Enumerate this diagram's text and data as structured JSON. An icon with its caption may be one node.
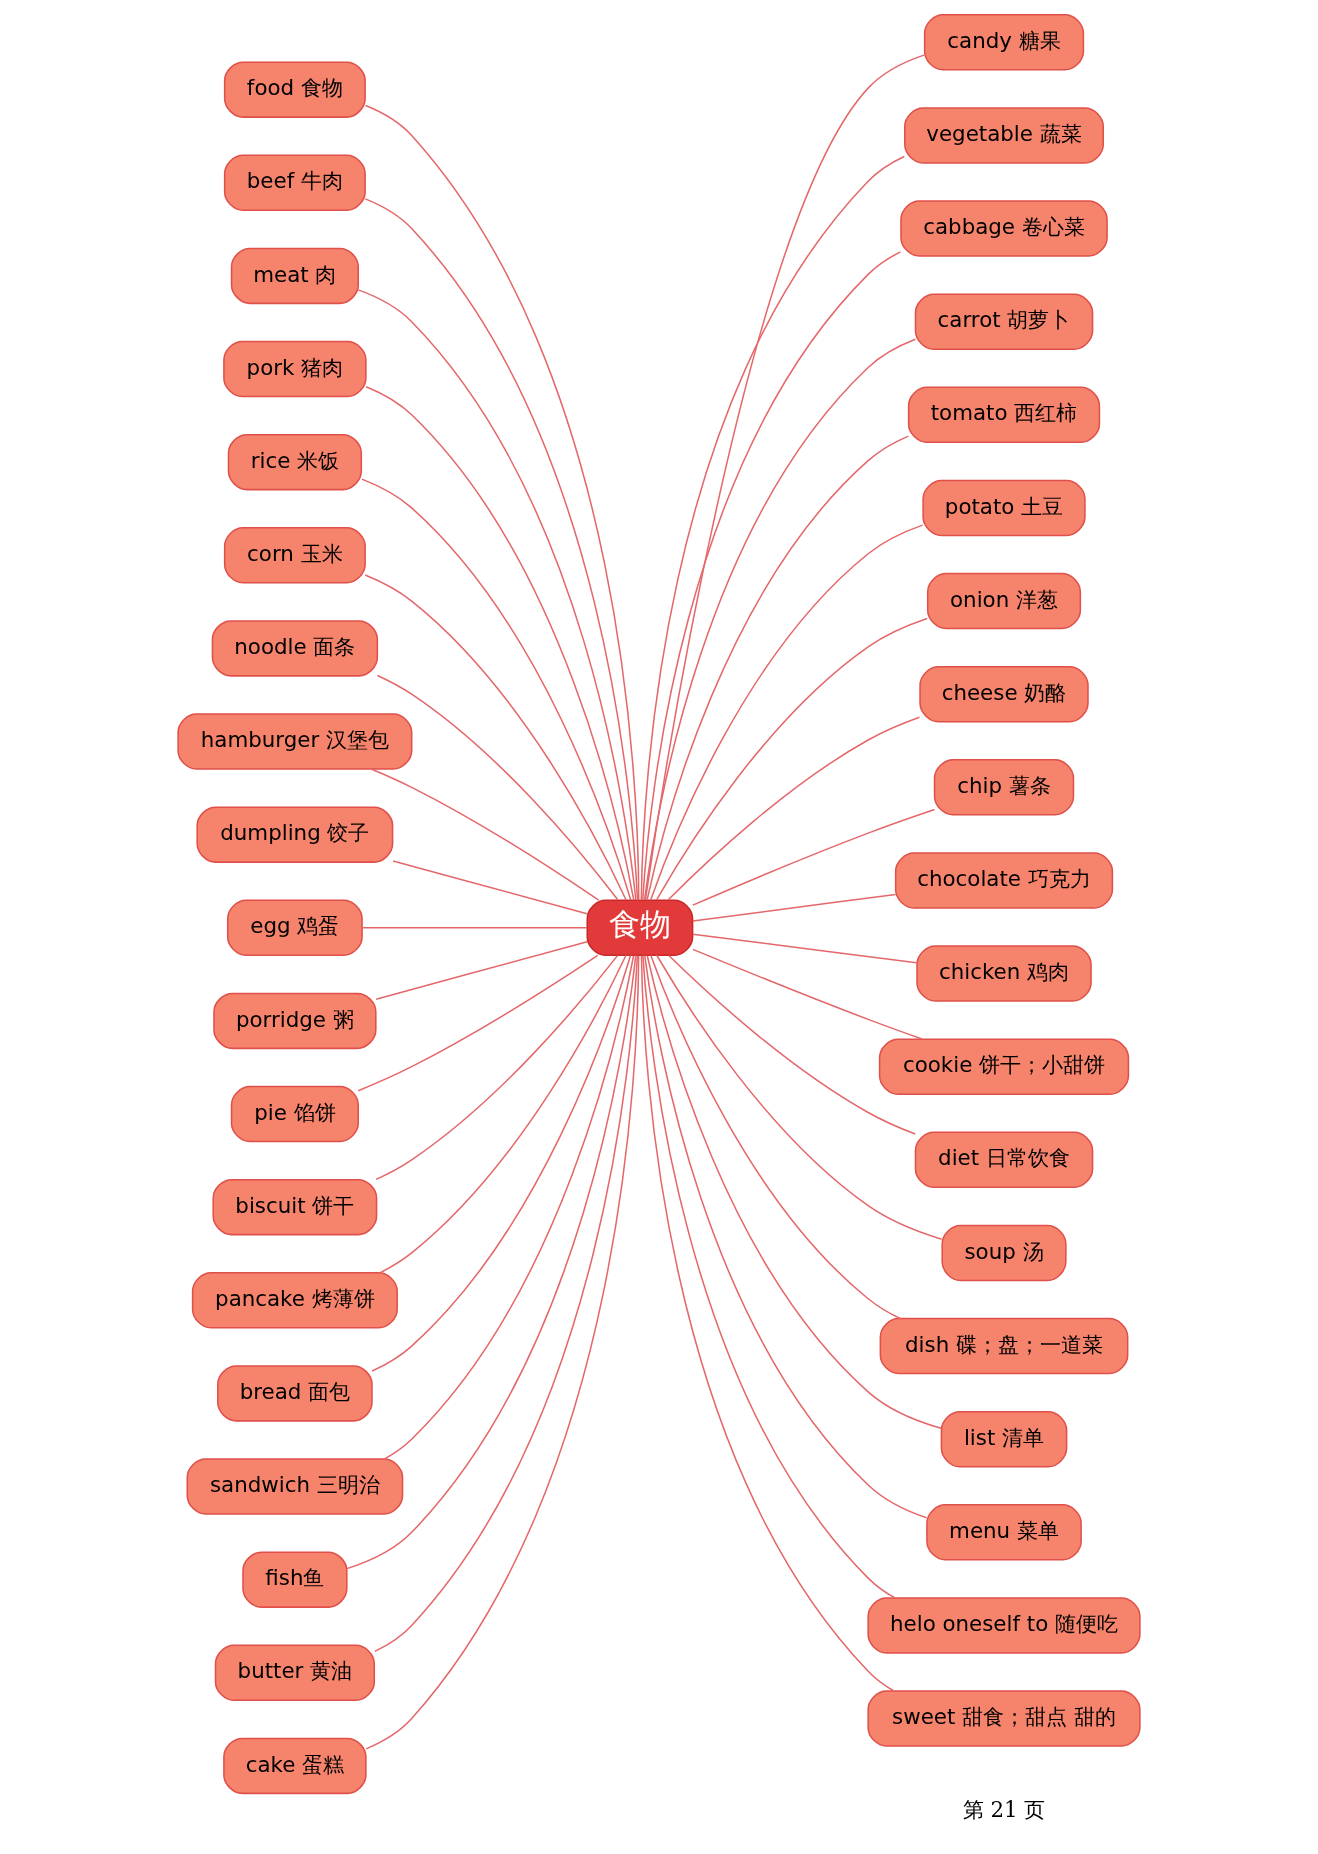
{
  "diagram": {
    "nodes": [
      {
        "text": [
          "食物"
        ]
      },
      {
        "text": [
          "food 食物"
        ]
      },
      {
        "text": [
          "beef 牛肉"
        ]
      },
      {
        "text": [
          "meat 肉"
        ]
      },
      {
        "text": [
          "pork 猪肉"
        ]
      },
      {
        "text": [
          "rice 米饭"
        ]
      },
      {
        "text": [
          "corn 玉米"
        ]
      },
      {
        "text": [
          "noodle 面条"
        ]
      },
      {
        "text": [
          "hamburger 汉堡包"
        ]
      },
      {
        "text": [
          "dumpling 饺子"
        ]
      },
      {
        "text": [
          "egg 鸡蛋"
        ]
      },
      {
        "text": [
          "porridge 粥"
        ]
      },
      {
        "text": [
          "pie 馅饼"
        ]
      },
      {
        "text": [
          "biscuit 饼干"
        ]
      },
      {
        "text": [
          "pancake 烤薄饼"
        ]
      },
      {
        "text": [
          "bread 面包"
        ]
      },
      {
        "text": [
          "sandwich 三明治"
        ]
      },
      {
        "text": [
          "fish鱼"
        ]
      },
      {
        "text": [
          "butter 黄油"
        ]
      },
      {
        "text": [
          "cake 蛋糕"
        ]
      },
      {
        "text": [
          "candy 糖果"
        ]
      },
      {
        "text": [
          "vegetable 蔬菜"
        ]
      },
      {
        "text": [
          "cabbage 卷心菜"
        ]
      },
      {
        "text": [
          "carrot 胡萝卜"
        ]
      },
      {
        "text": [
          "tomato 西红柿"
        ]
      },
      {
        "text": [
          "potato 土豆"
        ]
      },
      {
        "text": [
          "onion 洋葱"
        ]
      },
      {
        "text": [
          "cheese 奶酪"
        ]
      },
      {
        "text": [
          "chip 薯条"
        ]
      },
      {
        "text": [
          "chocolate 巧克力"
        ]
      },
      {
        "text": [
          "chicken 鸡肉"
        ]
      },
      {
        "text": [
          "cookie 饼干；小甜饼"
        ]
      },
      {
        "text": [
          "diet 日常饮食"
        ]
      },
      {
        "text": [
          "soup 汤"
        ]
      },
      {
        "text": [
          "dish 碟；盘；一道菜"
        ]
      },
      {
        "text": [
          "list 清单"
        ]
      },
      {
        "text": [
          "menu 菜单"
        ]
      },
      {
        "text": [
          "helo oneself to 随便吃"
        ]
      },
      {
        "text": [
          "sweet 甜食；甜点 甜的"
        ]
      }
    ],
    "edges": [
      {
        "from": 1,
        "to": 0,
        "arrow": "none"
      },
      {
        "from": 2,
        "to": 0,
        "arrow": "none"
      },
      {
        "from": 3,
        "to": 0,
        "arrow": "none"
      },
      {
        "from": 4,
        "to": 0,
        "arrow": "none"
      },
      {
        "from": 5,
        "to": 0,
        "arrow": "none"
      },
      {
        "from": 6,
        "to": 0,
        "arrow": "none"
      },
      {
        "from": 7,
        "to": 0,
        "arrow": "none"
      },
      {
        "from": 8,
        "to": 0,
        "arrow": "none"
      },
      {
        "from": 9,
        "to": 0,
        "arrow": "none"
      },
      {
        "from": 10,
        "to": 0,
        "arrow": "none"
      },
      {
        "from": 11,
        "to": 0,
        "arrow": "none"
      },
      {
        "from": 12,
        "to": 0,
        "arrow": "none"
      },
      {
        "from": 13,
        "to": 0,
        "arrow": "none"
      },
      {
        "from": 14,
        "to": 0,
        "arrow": "none"
      },
      {
        "from": 15,
        "to": 0,
        "arrow": "none"
      },
      {
        "from": 16,
        "to": 0,
        "arrow": "none"
      },
      {
        "from": 17,
        "to": 0,
        "arrow": "none"
      },
      {
        "from": 18,
        "to": 0,
        "arrow": "none"
      },
      {
        "from": 19,
        "to": 0,
        "arrow": "none"
      },
      {
        "from": 0,
        "to": 20,
        "arrow": "none"
      },
      {
        "from": 0,
        "to": 21,
        "arrow": "none"
      },
      {
        "from": 0,
        "to": 22,
        "arrow": "none"
      },
      {
        "from": 0,
        "to": 23,
        "arrow": "none"
      },
      {
        "from": 0,
        "to": 24,
        "arrow": "none"
      },
      {
        "from": 0,
        "to": 25,
        "arrow": "none"
      },
      {
        "from": 0,
        "to": 26,
        "arrow": "none"
      },
      {
        "from": 0,
        "to": 27,
        "arrow": "none"
      },
      {
        "from": 0,
        "to": 28,
        "arrow": "none"
      },
      {
        "from": 0,
        "to": 29,
        "arrow": "none"
      },
      {
        "from": 0,
        "to": 30,
        "arrow": "none"
      },
      {
        "from": 0,
        "to": 31,
        "arrow": "none"
      },
      {
        "from": 0,
        "to": 32,
        "arrow": "none"
      },
      {
        "from": 0,
        "to": 33,
        "arrow": "none"
      },
      {
        "from": 0,
        "to": 34,
        "arrow": "none"
      },
      {
        "from": 0,
        "to": 35,
        "arrow": "none"
      },
      {
        "from": 0,
        "to": 36,
        "arrow": "none"
      },
      {
        "from": 0,
        "to": 37,
        "arrow": "none"
      },
      {
        "from": 0,
        "to": 38,
        "arrow": "none"
      }
    ],
    "labels": [
      "第 21 页"
    ]
  }
}
